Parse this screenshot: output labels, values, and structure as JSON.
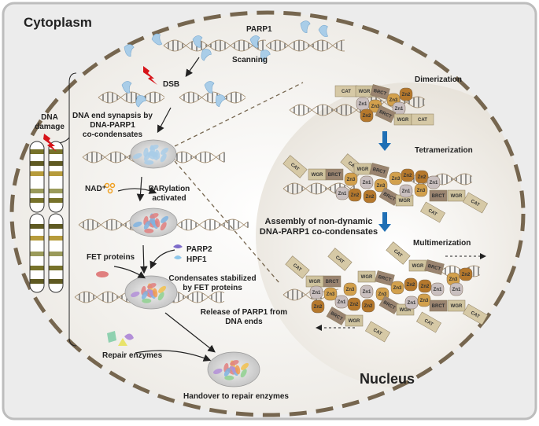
{
  "labels": {
    "cytoplasm": "Cytoplasm",
    "nucleus": "Nucleus",
    "parp1": "PARP1",
    "scanning": "Scanning",
    "dsb": "DSB",
    "dna_damage": [
      "DNA",
      "damage"
    ],
    "synapsis": [
      "DNA end synapsis by",
      "DNA-PARP1",
      "co-condensates"
    ],
    "nad": "NAD⁺",
    "parylation": [
      "PARylation",
      "activated"
    ],
    "fet_proteins": "FET proteins",
    "parp2": "PARP2",
    "hpf1": "HPF1",
    "stabilized": [
      "Condensates stabilized",
      "by FET proteins"
    ],
    "release": [
      "Release of PARP1 from",
      "DNA ends"
    ],
    "repair_enzymes": "Repair enzymes",
    "handover": "Handover to repair enzymes",
    "dimerization": "Dimerization",
    "tetramerization": "Tetramerization",
    "assembly": [
      "Assembly of non-dynamic",
      "DNA-PARP1 co-condensates"
    ],
    "multimerization": "Multimerization"
  },
  "domains": {
    "CAT": "CAT",
    "WGR": "WGR",
    "BRCT": "BRCT",
    "Zn1": "Zn1",
    "Zn2": "Zn2",
    "Zn3": "Zn3"
  },
  "colors": {
    "nucleus_border": "#76664f",
    "parp1_blue": "#a9cde8",
    "arrow_blue": "#1f6fb5",
    "damage_red": "#d7141a",
    "cat": "#d6c9a6",
    "wgr": "#cfc39e",
    "brct": "#9a8470",
    "zn1": "#c9bfbf",
    "zn2": "#b5782c",
    "zn3": "#d2a04c"
  }
}
